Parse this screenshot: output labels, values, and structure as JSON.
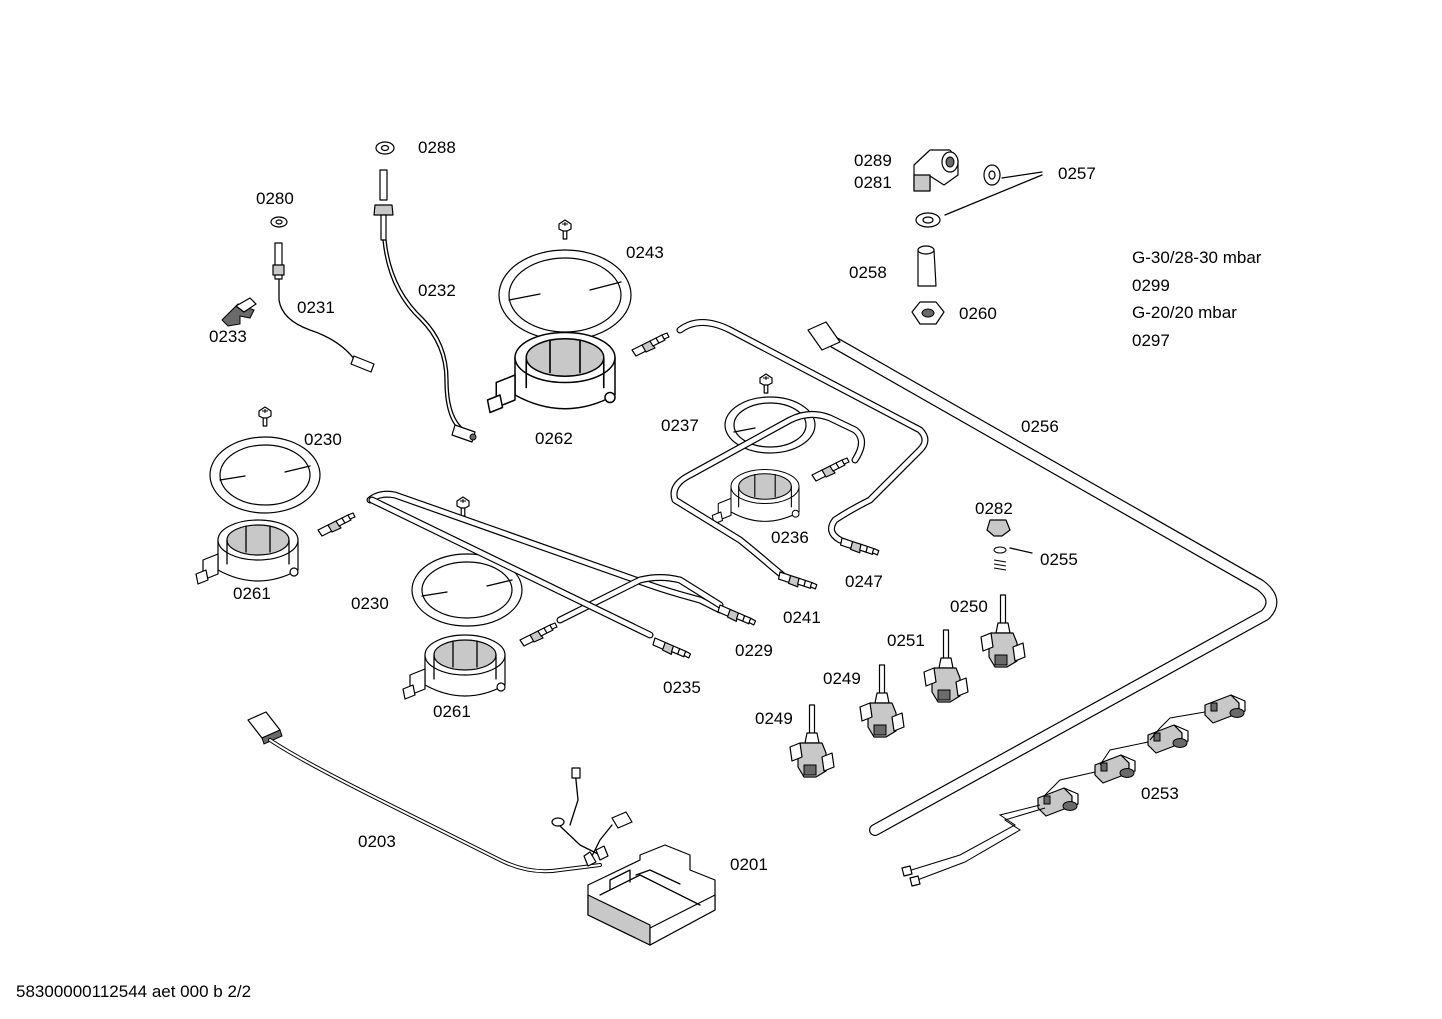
{
  "labels": {
    "p0288": "0288",
    "p0280": "0280",
    "p0231": "0231",
    "p0232": "0232",
    "p0233": "0233",
    "p0243": "0243",
    "p0262": "0262",
    "p0230a": "0230",
    "p0230b": "0230",
    "p0237": "0237",
    "p0236": "0236",
    "p0247": "0247",
    "p0241": "0241",
    "p0261a": "0261",
    "p0261b": "0261",
    "p0229": "0229",
    "p0235": "0235",
    "p0289": "0289",
    "p0281": "0281",
    "p0257": "0257",
    "p0258": "0258",
    "p0260": "0260",
    "p0256": "0256",
    "p0282": "0282",
    "p0255": "0255",
    "p0250": "0250",
    "p0251": "0251",
    "p0249a": "0249",
    "p0249b": "0249",
    "p0253": "0253",
    "p0203": "0203",
    "p0201": "0201"
  },
  "gas_notes": {
    "line1": "G-30/28-30 mbar",
    "line2": "0299",
    "line3": "G-20/20 mbar",
    "line4": "0297"
  },
  "footer": {
    "document_id": "58300000112544 aet 000 b 2/2"
  }
}
